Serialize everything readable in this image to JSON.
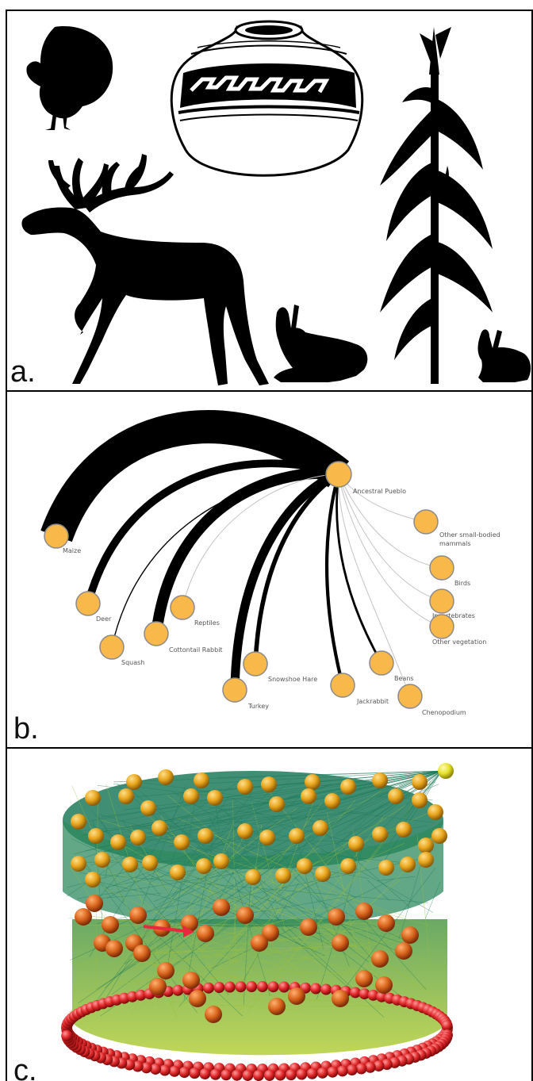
{
  "panels": {
    "a": {
      "letter": "a."
    },
    "b": {
      "letter": "b."
    },
    "c": {
      "letter": "c."
    }
  },
  "illustrations": [
    {
      "name": "turkey-silhouette-icon"
    },
    {
      "name": "pottery-jar-icon"
    },
    {
      "name": "maize-plant-icon"
    },
    {
      "name": "elk-silhouette-icon"
    },
    {
      "name": "jackrabbit-silhouette-icon"
    },
    {
      "name": "cottontail-silhouette-icon"
    }
  ],
  "food_web": {
    "hub": "Ancestral Pueblo",
    "colors": {
      "node_fill": "#f9b84a",
      "node_stroke": "#8a8a8a",
      "edge": "#000000",
      "edge_light": "#c4c4c4"
    },
    "nodes": [
      {
        "id": "maize",
        "label": "Maize",
        "weight": 30
      },
      {
        "id": "deer",
        "label": "Deer",
        "weight": 7
      },
      {
        "id": "squash",
        "label": "Squash",
        "weight": 1
      },
      {
        "id": "cottontail",
        "label": "Cottontail Rabbit",
        "weight": 10
      },
      {
        "id": "reptiles",
        "label": "Reptiles",
        "weight": 0.5
      },
      {
        "id": "turkey",
        "label": "Turkey",
        "weight": 8
      },
      {
        "id": "snowshoe",
        "label": "Snowshoe Hare",
        "weight": 4
      },
      {
        "id": "jackrabbit",
        "label": "Jackrabbit",
        "weight": 3
      },
      {
        "id": "beans",
        "label": "Beans",
        "weight": 2
      },
      {
        "id": "chenopodium",
        "label": "Chenopodium",
        "weight": 0.5
      },
      {
        "id": "small-mammals",
        "label": "Other small-bodied mammals",
        "weight": 0.5
      },
      {
        "id": "birds",
        "label": "Birds",
        "weight": 0.5
      },
      {
        "id": "invertebrates",
        "label": "Invertebrates",
        "weight": 0.5
      },
      {
        "id": "other-veg",
        "label": "Other vegetation",
        "weight": 0.5
      }
    ]
  },
  "network_3d": {
    "colors": {
      "edge": "#1f7a5c",
      "edge_lower": "#9fbf3a",
      "top_node": "#e8a41c",
      "mid_node": "#d8641c",
      "ring_node": "#e0282a",
      "hub_node": "#e6e02a",
      "arrow": "#e8283c"
    }
  }
}
